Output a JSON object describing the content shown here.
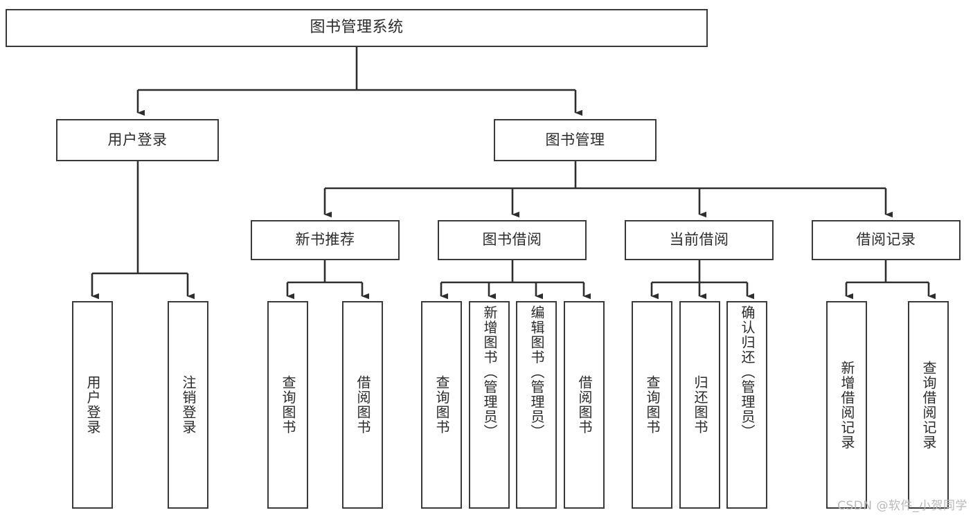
{
  "diagram": {
    "type": "tree",
    "title": "图书管理系统",
    "root": {
      "label": "图书管理系统"
    },
    "level2": [
      {
        "label": "用户登录"
      },
      {
        "label": "图书管理"
      }
    ],
    "level3": [
      {
        "label": "新书推荐"
      },
      {
        "label": "图书借阅"
      },
      {
        "label": "当前借阅"
      },
      {
        "label": "借阅记录"
      }
    ],
    "leaves": {
      "user_login": [
        {
          "label": "用户登录"
        },
        {
          "label": "注销登录"
        }
      ],
      "new_book_recommend": [
        {
          "label": "查询图书"
        },
        {
          "label": "借阅图书"
        }
      ],
      "book_borrow": [
        {
          "label": "查询图书"
        },
        {
          "label": "新增图书（管理员）"
        },
        {
          "label": "编辑图书（管理员）"
        },
        {
          "label": "借阅图书"
        }
      ],
      "current_borrow": [
        {
          "label": "查询图书"
        },
        {
          "label": "归还图书"
        },
        {
          "label": "确认归还（管理员）"
        }
      ],
      "borrow_record": [
        {
          "label": "新增借阅记录"
        },
        {
          "label": "查询借阅记录"
        }
      ]
    }
  },
  "watermark": {
    "text": "CSDN @软件_小贺同学"
  },
  "colors": {
    "box_border": "#3a3a3a",
    "box_fill": "#ffffff",
    "connector": "#2e2e2e",
    "text": "#2b2b2b",
    "watermark": "#b9b9b9"
  }
}
